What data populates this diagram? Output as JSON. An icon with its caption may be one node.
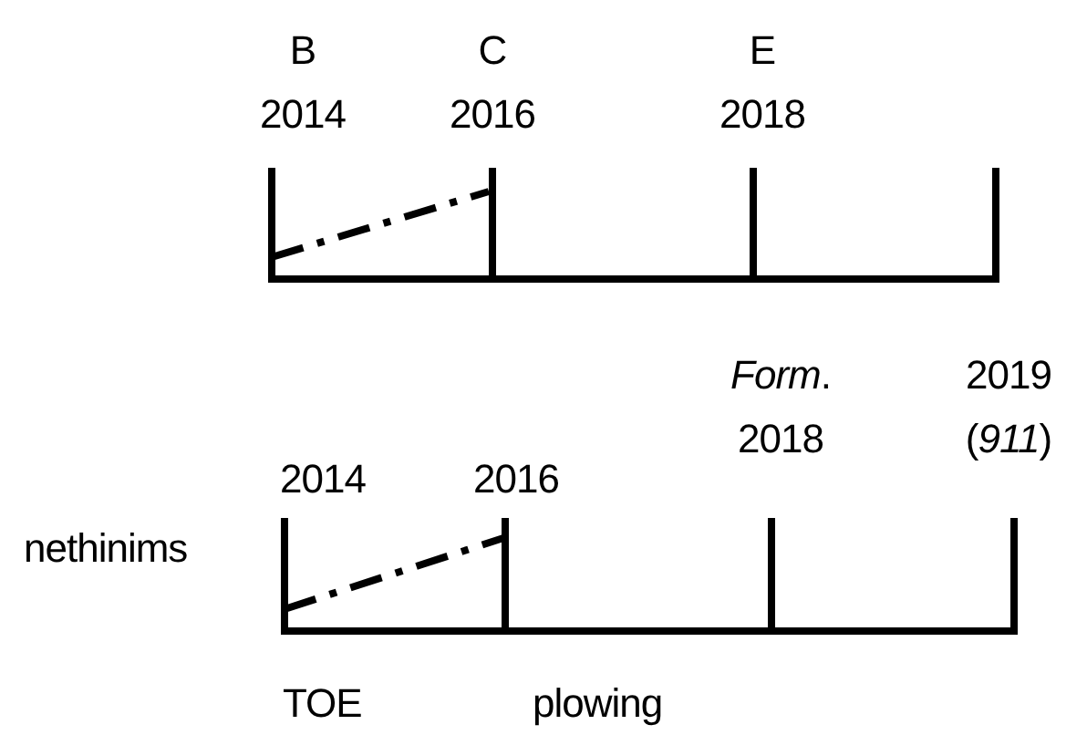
{
  "diagram": {
    "labels": [
      "B 2014",
      "C 2016",
      "E 2018",
      "*Form*. 2018",
      "2019 (*911*)",
      "2014",
      "2016",
      "nethinims",
      "TOE",
      "plowing"
    ]
  }
}
